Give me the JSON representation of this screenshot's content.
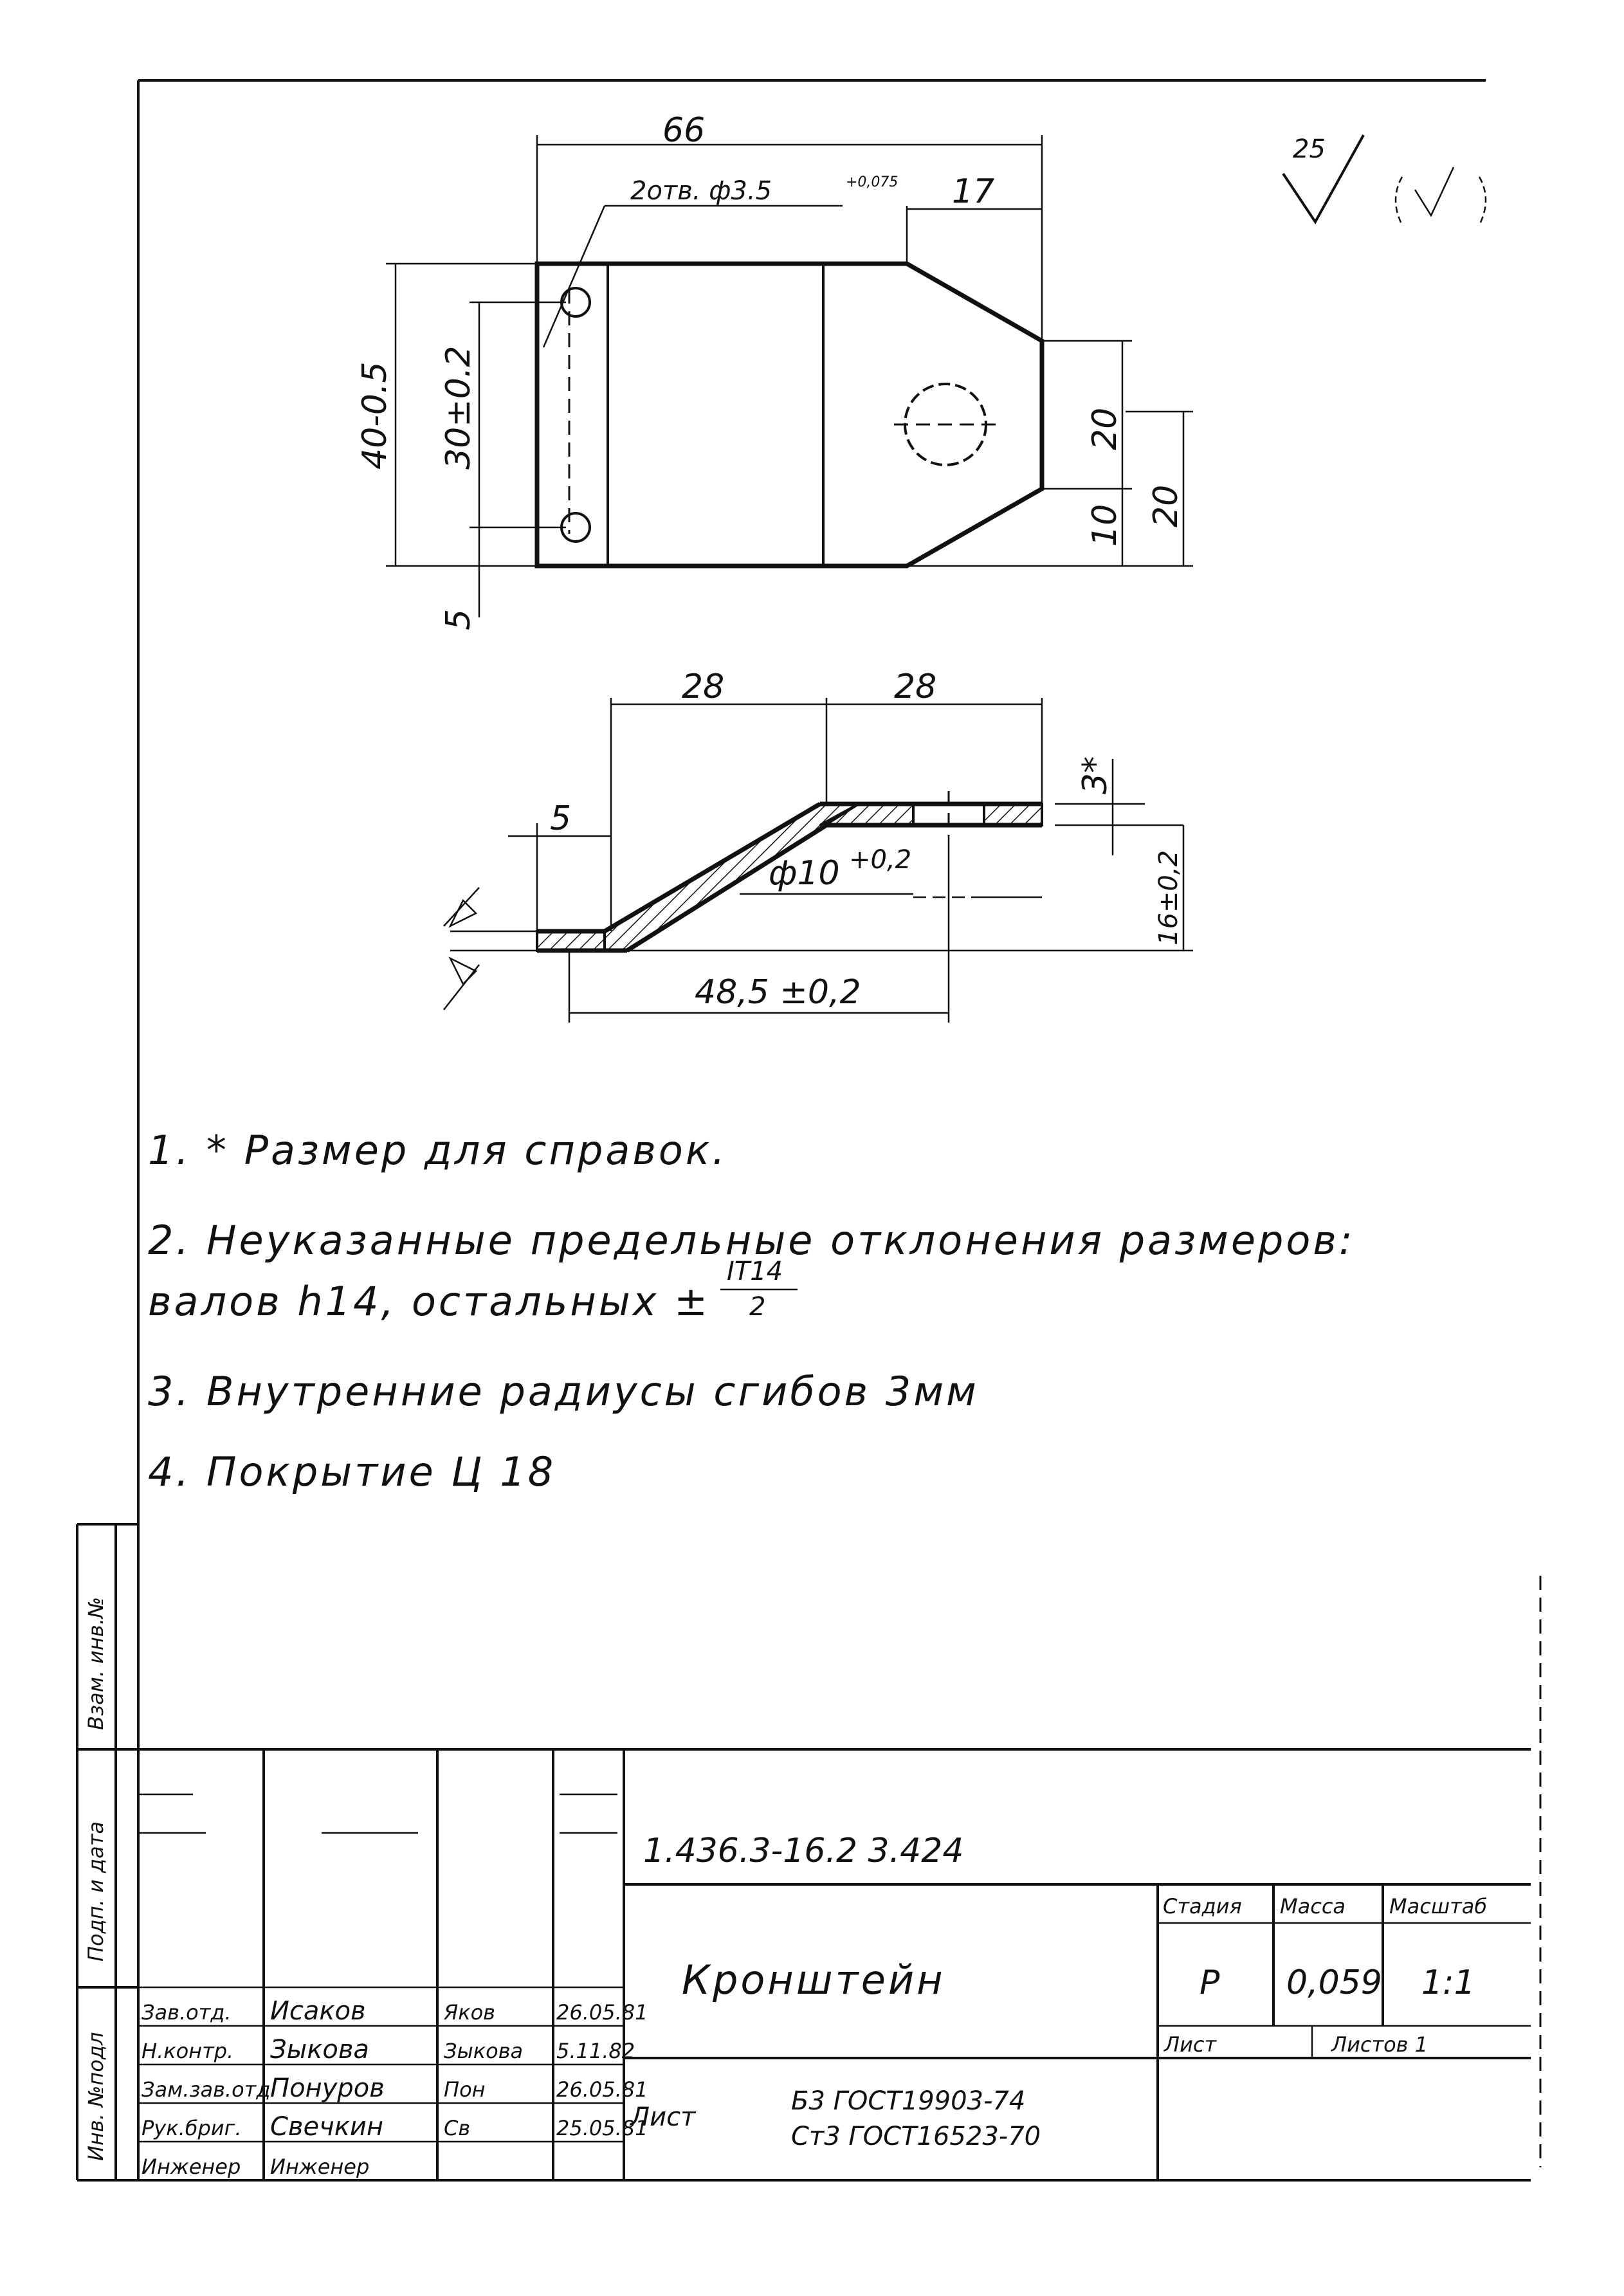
{
  "drawing": {
    "title": "Кронштейн",
    "code": "1.436.3-16.2  3.424",
    "material": {
      "prefix": "Лист",
      "line1": "Б3 ГОСТ19903-74",
      "line2": "Ст3 ГОСТ16523-70"
    },
    "roughness": "25",
    "notes": [
      "1. * Размер для справок.",
      "2. Неуказанные предельные отклонения размеров:",
      "валов h14, остальных ±",
      "3. Внутренние радиусы сгибов 3мм",
      "4. Покрытие Ц 18"
    ],
    "note_fraction": {
      "numerator": "IT14",
      "denominator": "2"
    }
  },
  "dimensions": {
    "top_view": {
      "overall_length": "66",
      "holes": "2отв. ф3.5",
      "holes_tol": "+0,075",
      "bevel": "17",
      "overall_width": "40-0.5",
      "hole_spacing": "30±0.2",
      "edge_offset": "5",
      "flat_width": "20",
      "slot_offset": "10",
      "center_offset": "20"
    },
    "side_view": {
      "span_a": "28",
      "span_b": "28",
      "thickness": "3*",
      "lip": "5",
      "hole_diameter": "ф10",
      "hole_tol": "+0,2",
      "height": "16±0,2",
      "length": "48,5 ±0,2"
    }
  },
  "title_block": {
    "headers": {
      "litera": "Стадия",
      "mass": "Масса",
      "scale": "Масштаб"
    },
    "values": {
      "litera": "Р",
      "mass": "0,059",
      "scale": "1:1"
    },
    "sheet": {
      "sheet_label": "Лист",
      "sheets_label": "Листов 1"
    },
    "signatures": [
      {
        "role": "Зав.отд.",
        "name": "Исаков",
        "sign": "Яков",
        "date": "26.05.81"
      },
      {
        "role": "Н.контр.",
        "name": "Зыкова",
        "sign": "Зыкова",
        "date": "5.11.82"
      },
      {
        "role": "Зам.зав.отд",
        "name": "Понуров",
        "sign": "Пон",
        "date": "26.05.81"
      },
      {
        "role": "Рук.бриг.",
        "name": "Свечкин",
        "sign": "Св",
        "date": "25.05.81"
      },
      {
        "role": "Инженер",
        "name": "Инженер",
        "sign": "",
        "date": ""
      }
    ]
  },
  "margin_labels": {
    "inv_podl": "Инв. №подл",
    "podp_data": "Подп. и дата",
    "vzam_inv": "Взам. инв.№"
  },
  "colors": {
    "ink": "#111111",
    "paper": "#ffffff"
  }
}
